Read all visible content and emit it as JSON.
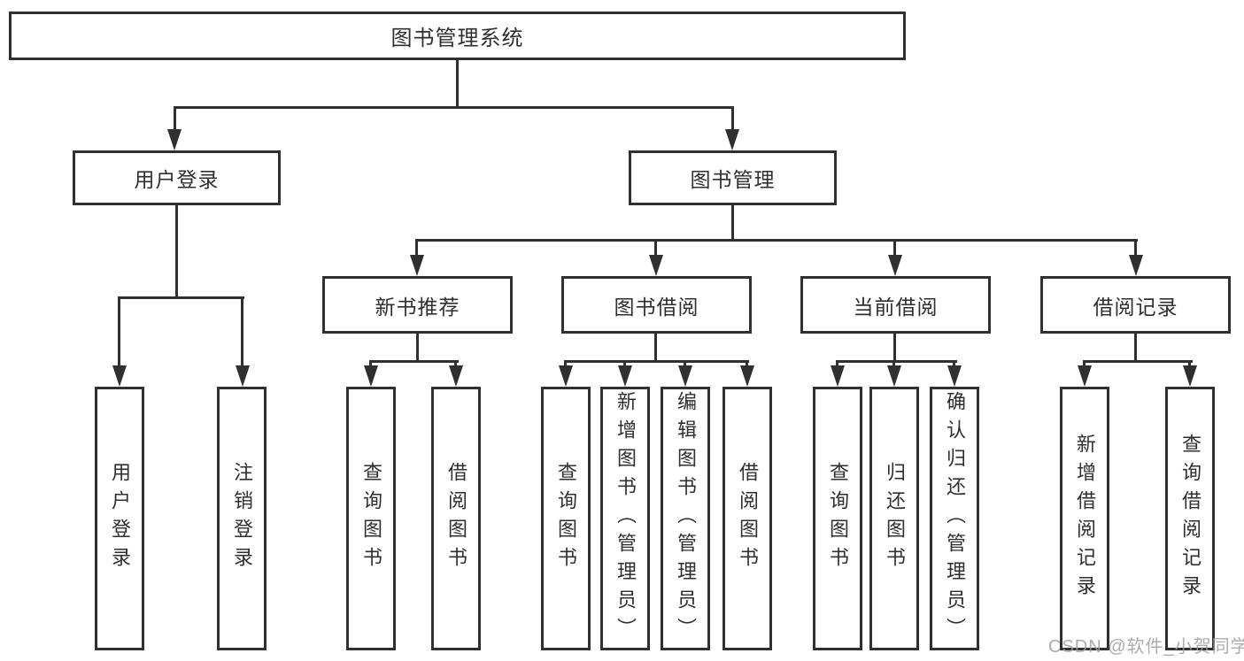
{
  "nodes": {
    "root": "图书管理系统",
    "level2": [
      "用户登录",
      "图书管理"
    ],
    "level3": [
      "新书推荐",
      "图书借阅",
      "当前借阅",
      "借阅记录"
    ],
    "login_children": [
      "用户登录",
      "注销登录"
    ],
    "newbook_children": [
      "查询图书",
      "借阅图书"
    ],
    "borrow_children": [
      "查询图书",
      "新增图书（管理员）",
      "编辑图书（管理员）",
      "借阅图书"
    ],
    "current_children": [
      "查询图书",
      "归还图书",
      "确认归还（管理员）"
    ],
    "records_children": [
      "新增借阅记录",
      "查询借阅记录"
    ]
  },
  "watermark": "CSDN @软件_小贺同学",
  "colors": {
    "line": "#303030",
    "text": "#2f2f2f",
    "background": "#ffffff",
    "watermark": "#9e9e9e"
  }
}
